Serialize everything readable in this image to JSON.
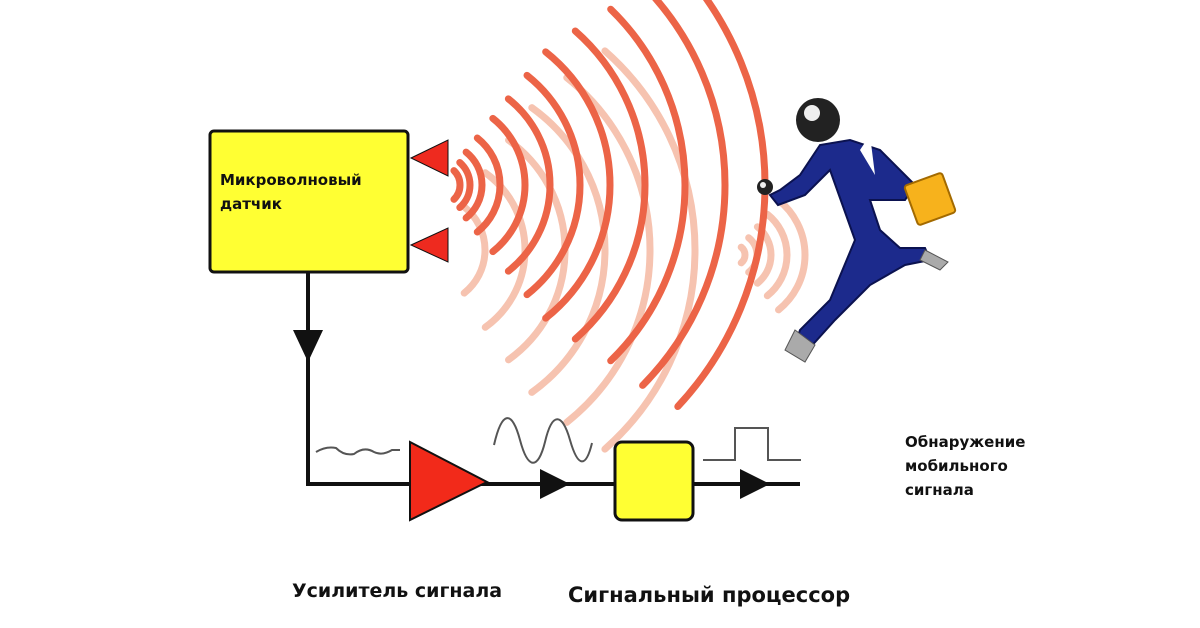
{
  "sensor": {
    "line1": "Микроволновый",
    "line2": "датчик"
  },
  "detection": {
    "line1": "Обнаружение",
    "line2": "мобильного",
    "line3": "сигнала"
  },
  "amplifier_label": "Усилитель сигнала",
  "processor_label": "Сигнальный процессор",
  "colors": {
    "box": "#ffff33",
    "emitter": "#ee2a1f",
    "wave_strong": "#ec6447",
    "wave_weak": "#f6c3b0",
    "suit": "#1c2a8c",
    "briefcase": "#f7b21c"
  }
}
